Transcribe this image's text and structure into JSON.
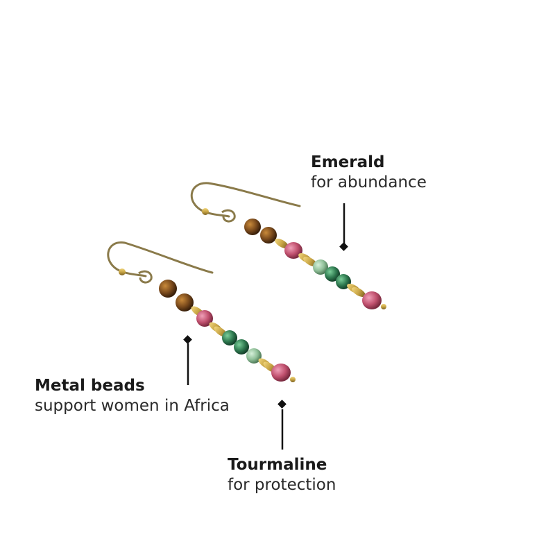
{
  "labels": {
    "emerald": {
      "title": "Emerald",
      "subtitle": "for abundance"
    },
    "metal": {
      "title": "Metal beads",
      "subtitle": "support women in Africa"
    },
    "tourmaline": {
      "title": "Tourmaline",
      "subtitle": "for protection"
    }
  },
  "colors": {
    "background": "#ffffff",
    "text": "#1a1a1a",
    "wire": "#8a7a4a",
    "tigers_eye": "#7a4a1c",
    "gold": "#c9a646",
    "tourmaline_pink": "#c0506e",
    "emerald_green": "#2f7a50",
    "pale_green": "#8fbf98"
  }
}
